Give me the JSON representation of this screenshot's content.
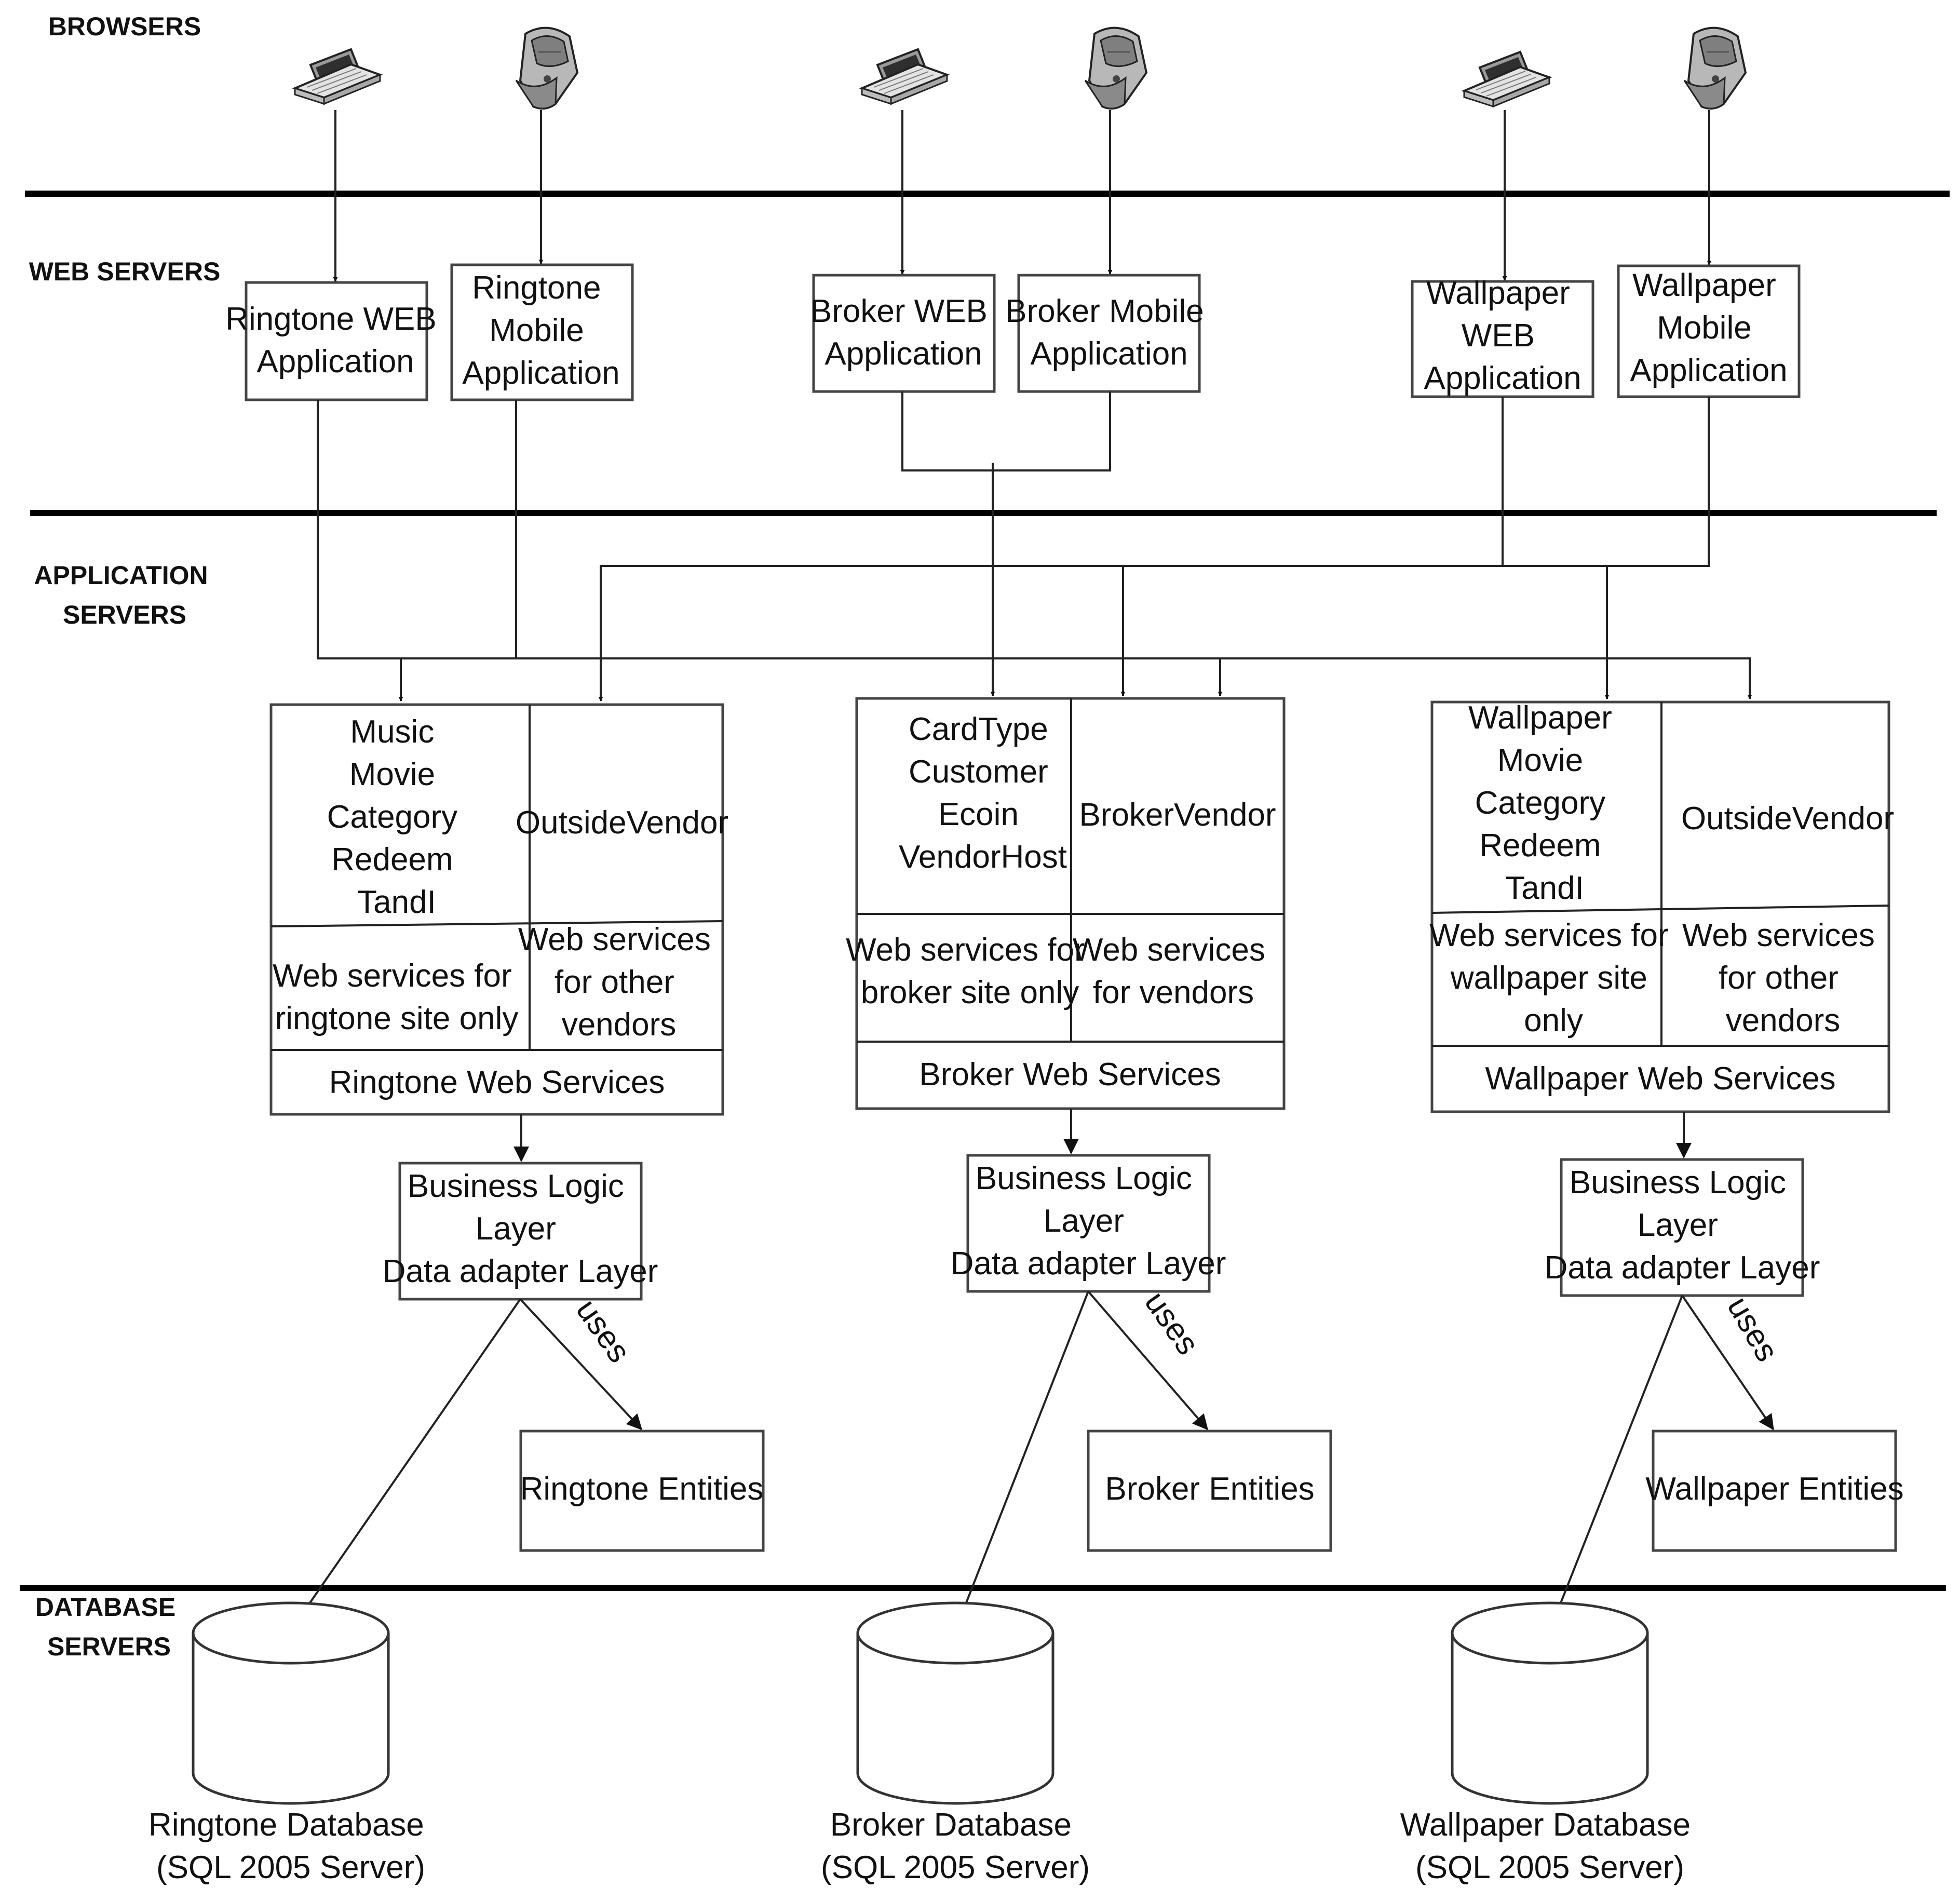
{
  "tiers": {
    "browsers": [
      "BROWSERS"
    ],
    "web_servers": [
      "WEB SERVERS"
    ],
    "application_servers": [
      "APPLICATION",
      "SERVERS"
    ],
    "database_servers": [
      "DATABASE",
      "SERVERS"
    ]
  },
  "web_apps": {
    "ringtone_web": [
      "Ringtone WEB",
      "Application"
    ],
    "ringtone_mobile": [
      "Ringtone",
      "Mobile",
      "Application"
    ],
    "broker_web": [
      "Broker WEB",
      "Application"
    ],
    "broker_mobile": [
      "Broker Mobile",
      "Application"
    ],
    "wallpaper_web": [
      "Wallpaper",
      "WEB",
      "Application"
    ],
    "wallpaper_mobile": [
      "Wallpaper",
      "Mobile",
      "Application"
    ]
  },
  "services": {
    "ringtone": {
      "internal_items": [
        "Music",
        "Movie",
        "Category",
        "Redeem",
        "TandI"
      ],
      "external_items": [
        "OutsideVendor"
      ],
      "internal_caption": [
        "Web services for",
        "ringtone site only"
      ],
      "external_caption": [
        "Web services",
        "for other",
        "vendors"
      ],
      "footer": [
        "Ringtone Web Services"
      ]
    },
    "broker": {
      "internal_items": [
        "CardType",
        "Customer",
        "Ecoin",
        "VendorHost"
      ],
      "external_items": [
        "BrokerVendor"
      ],
      "internal_caption": [
        "Web services for",
        "broker site only"
      ],
      "external_caption": [
        "Web services",
        "for vendors"
      ],
      "footer": [
        "Broker Web Services"
      ]
    },
    "wallpaper": {
      "internal_items": [
        "Wallpaper",
        "Movie",
        "Category",
        "Redeem",
        "TandI"
      ],
      "external_items": [
        "OutsideVendor"
      ],
      "internal_caption": [
        "Web services for",
        "wallpaper site",
        "only"
      ],
      "external_caption": [
        "Web services",
        "for other",
        "vendors"
      ],
      "footer": [
        "Wallpaper Web Services"
      ]
    }
  },
  "logic_layers": {
    "ringtone": [
      "Business Logic",
      "Layer",
      "Data adapter Layer"
    ],
    "broker": [
      "Business Logic",
      "Layer",
      "Data adapter Layer"
    ],
    "wallpaper": [
      "Business Logic",
      "Layer",
      "Data adapter Layer"
    ]
  },
  "uses_label": "uses",
  "entities": {
    "ringtone": [
      "Ringtone Entities"
    ],
    "broker": [
      "Broker Entities"
    ],
    "wallpaper": [
      "Wallpaper Entities"
    ]
  },
  "databases": {
    "ringtone": [
      "Ringtone Database",
      "(SQL 2005 Server)"
    ],
    "broker": [
      "Broker Database",
      "(SQL 2005 Server)"
    ],
    "wallpaper": [
      "Wallpaper Database",
      "(SQL 2005 Server)"
    ]
  },
  "icons": [
    "laptop-icon",
    "mobile-phone-icon"
  ]
}
